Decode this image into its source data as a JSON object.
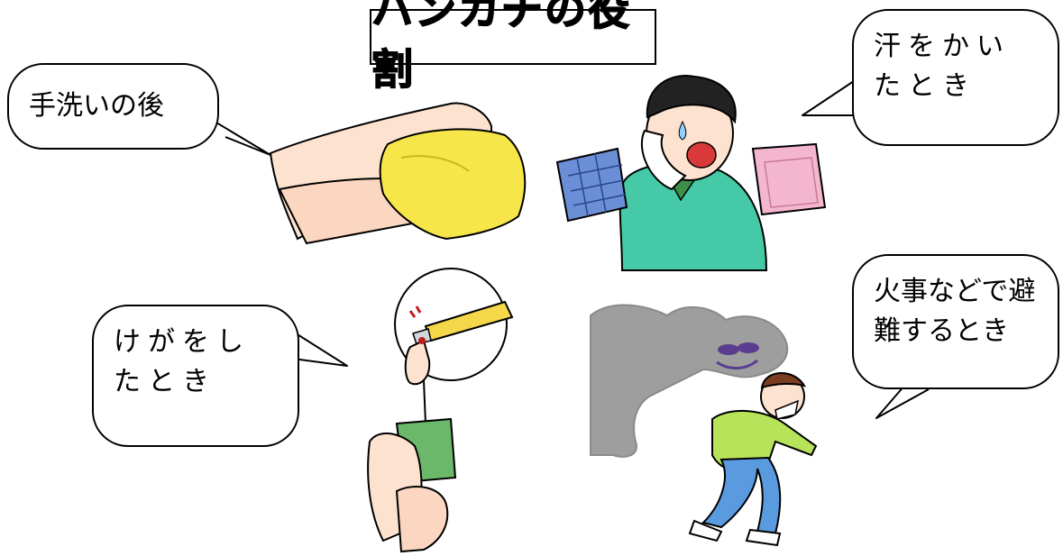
{
  "title": "ハンカチの役割",
  "bubbles": {
    "after_handwash": "手洗いの後",
    "sweating": "汗をかいたとき",
    "injury": "けがをしたとき",
    "fire_evac": "火事などで避難するとき"
  },
  "colors": {
    "yellow_towel": "#f7e64a",
    "blue_hanky": "#6b8fd6",
    "pink_hanky": "#f4b6cf",
    "boy_shirt": "#45c9a6",
    "green_hanky": "#6bb86a",
    "smoke": "#9e9e9e",
    "jacket": "#b6e35a",
    "pants": "#5a9be0"
  }
}
